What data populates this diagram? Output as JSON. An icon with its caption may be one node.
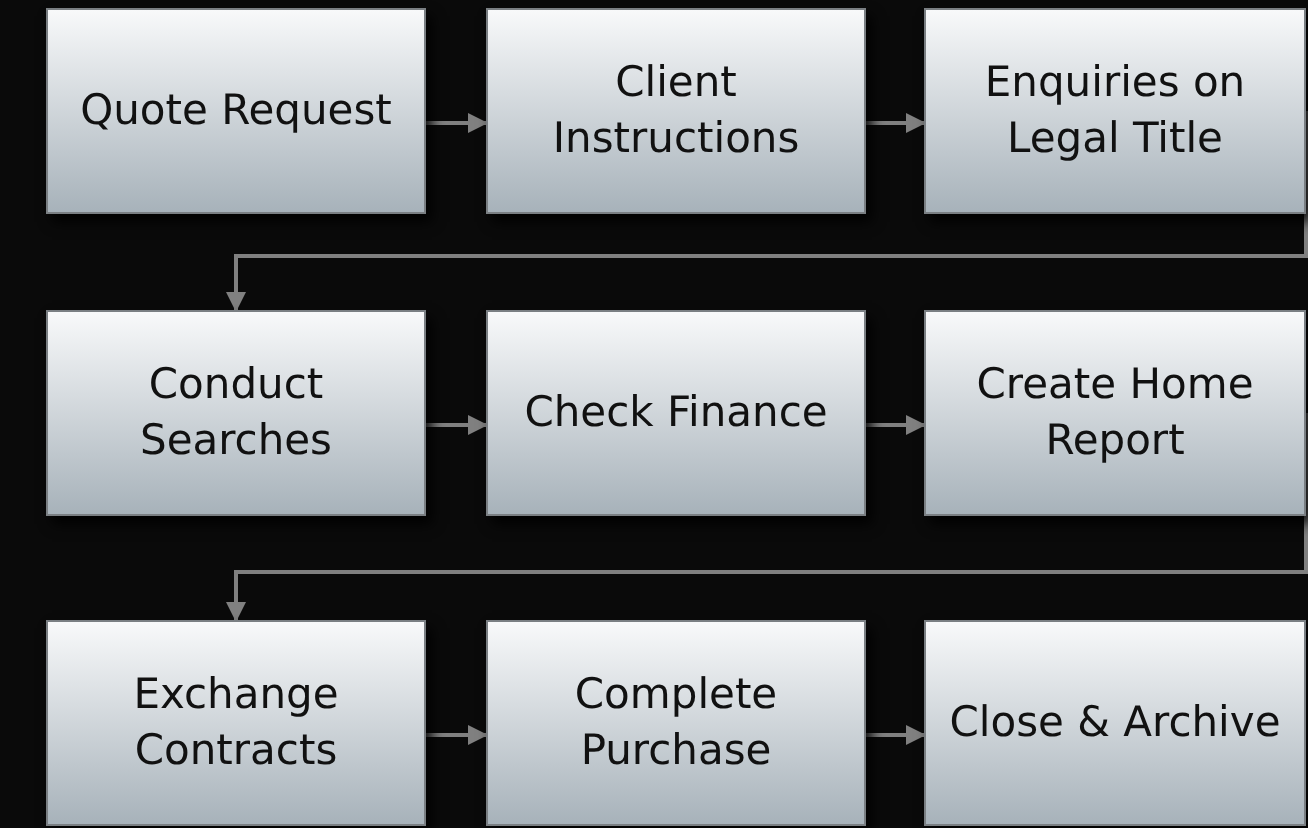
{
  "diagram": {
    "nodes": [
      {
        "text": [
          "Quote Request"
        ]
      },
      {
        "text": [
          "Client Instructions"
        ]
      },
      {
        "text": [
          "Enquiries on Legal Title"
        ]
      },
      {
        "text": [
          "Conduct Searches"
        ]
      },
      {
        "text": [
          "Check Finance"
        ]
      },
      {
        "text": [
          "Create Home Report"
        ]
      },
      {
        "text": [
          "Exchange Contracts"
        ]
      },
      {
        "text": [
          "Complete Purchase"
        ]
      },
      {
        "text": [
          "Close & Archive"
        ]
      }
    ],
    "edges": [
      {
        "from": 0,
        "to": 1,
        "arrow": "to"
      },
      {
        "from": 1,
        "to": 2,
        "arrow": "to"
      },
      {
        "from": 2,
        "to": 3,
        "arrow": "to"
      },
      {
        "from": 3,
        "to": 4,
        "arrow": "to"
      },
      {
        "from": 4,
        "to": 5,
        "arrow": "to"
      },
      {
        "from": 5,
        "to": 6,
        "arrow": "to"
      },
      {
        "from": 6,
        "to": 7,
        "arrow": "to"
      },
      {
        "from": 7,
        "to": 8,
        "arrow": "to"
      }
    ]
  }
}
